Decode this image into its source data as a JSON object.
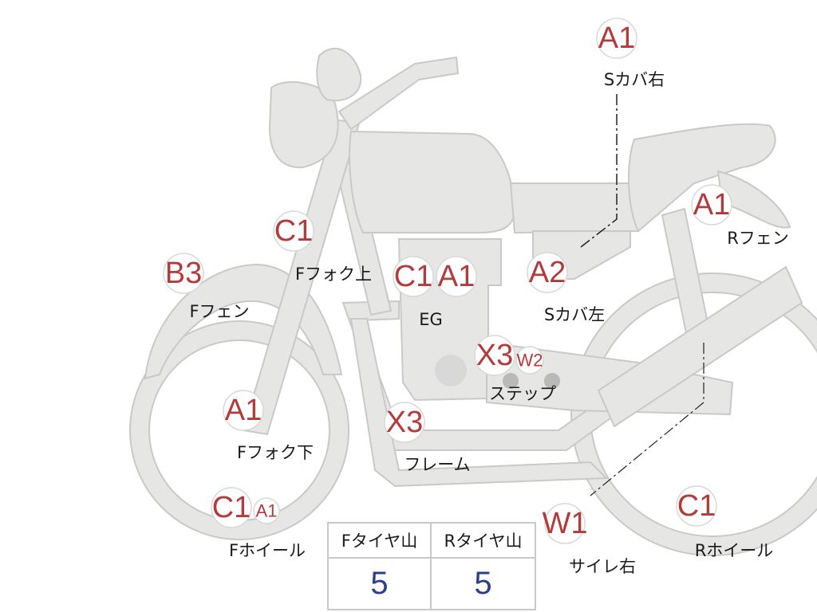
{
  "colors": {
    "badge_text": "#b23c3c",
    "value_text": "#2c3f8c",
    "part_fill": "#e6e6e5"
  },
  "parts": [
    {
      "code": "A1",
      "label": "Sカバ右"
    },
    {
      "code": "A1",
      "label": "Rフェン"
    },
    {
      "code": "C1",
      "label": "Fフォク上"
    },
    {
      "code": "B3",
      "label": "Fフェン"
    },
    {
      "codes": [
        "C1",
        "A1"
      ],
      "label": "EG"
    },
    {
      "code": "A2",
      "label": "Sカバ左"
    },
    {
      "codes": [
        "X3",
        "W2"
      ],
      "label": "ステップ"
    },
    {
      "code": "A1",
      "label": "Fフォク下"
    },
    {
      "code": "X3",
      "label": "フレーム"
    },
    {
      "codes": [
        "C1",
        "A1"
      ],
      "label": "Fホイール"
    },
    {
      "code": "W1",
      "label": "サイレ右"
    },
    {
      "code": "C1",
      "label": "Rホイール"
    }
  ],
  "tire_table": {
    "headers": [
      "Fタイヤ山",
      "Rタイヤ山"
    ],
    "values": [
      "5",
      "5"
    ]
  }
}
